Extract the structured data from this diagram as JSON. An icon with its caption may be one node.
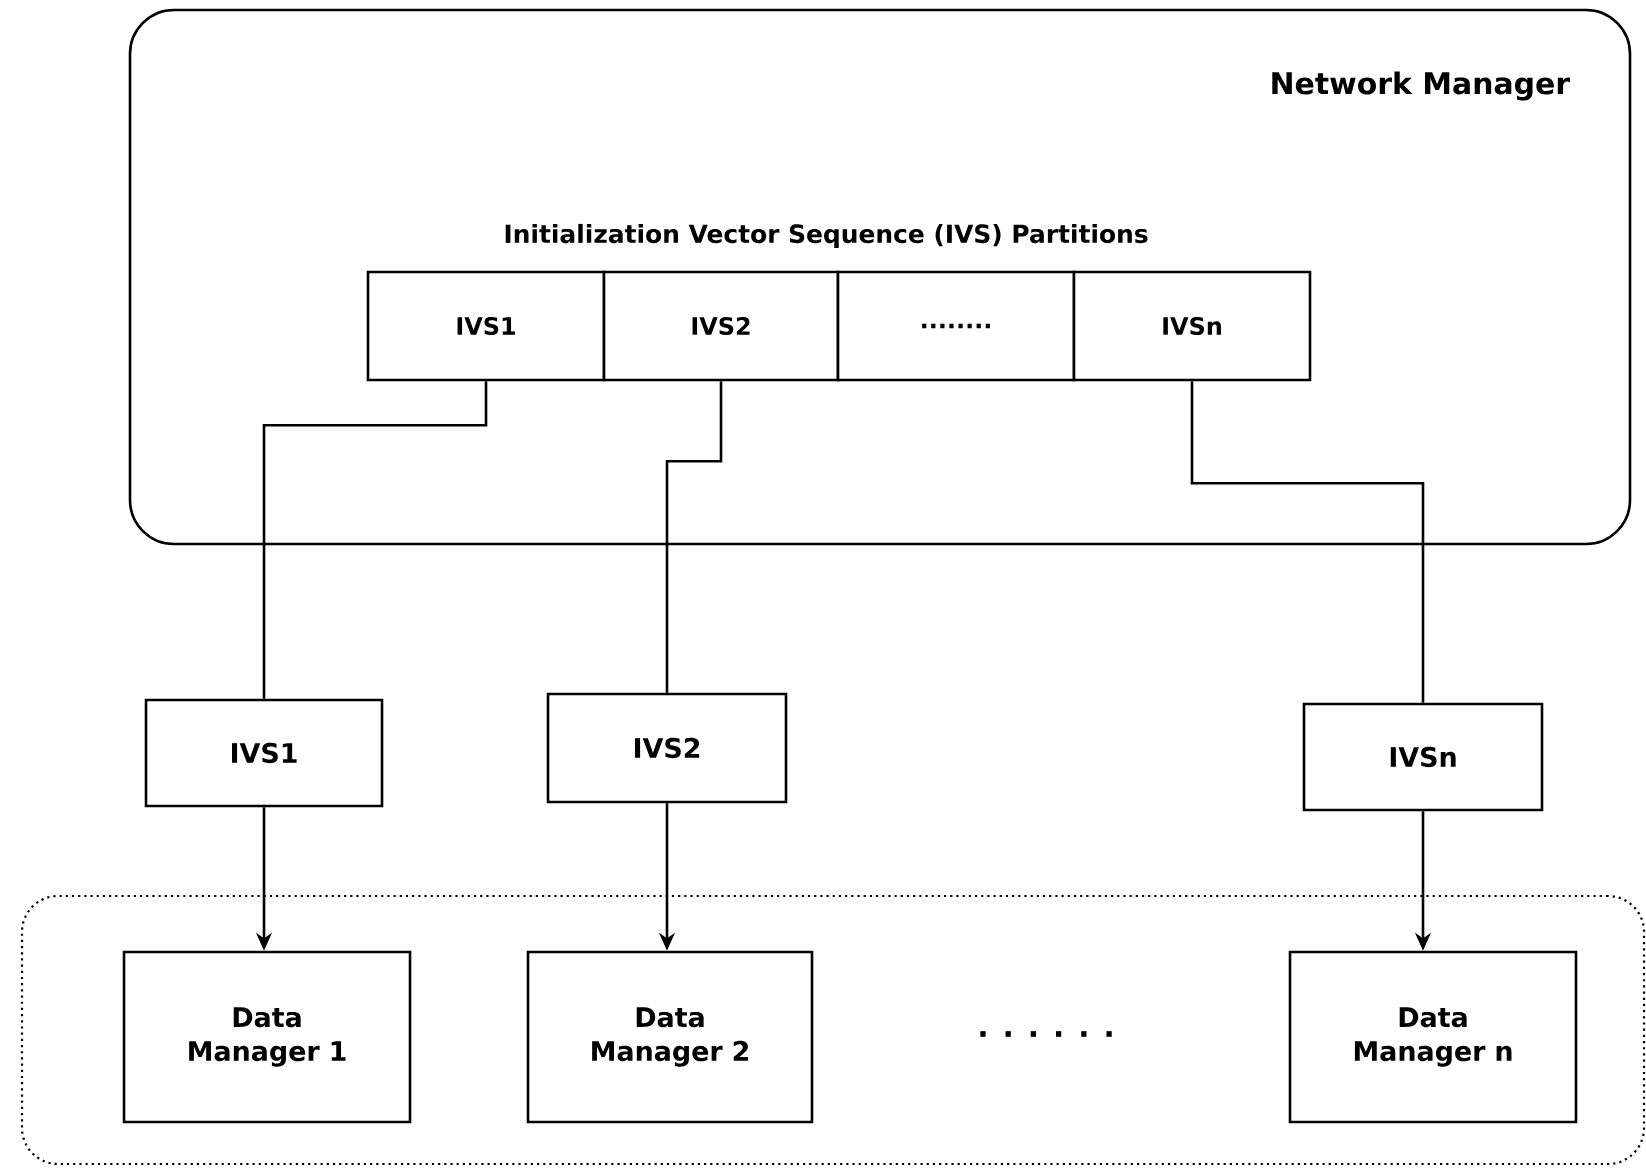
{
  "diagram": {
    "nodes": [
      {
        "text": [
          "Network Manager"
        ]
      },
      {
        "text": [
          "IVS1"
        ],
        "in": 0
      },
      {
        "text": [
          "IVS2"
        ],
        "in": 0
      },
      {
        "text": [
          "........"
        ],
        "in": 0
      },
      {
        "text": [
          "IVSn"
        ],
        "in": 0
      },
      {
        "text": [],
        "shape": "box"
      },
      {
        "text": [
          "IVS1"
        ]
      },
      {
        "text": [
          "IVS2"
        ]
      },
      {
        "text": [
          "IVSn"
        ]
      },
      {
        "text": [
          "Data Manager 1"
        ],
        "in": 5
      },
      {
        "text": [
          "Data Manager 2"
        ],
        "in": 5
      },
      {
        "text": [
          "Data Manager n"
        ],
        "in": 5
      }
    ],
    "edges": [
      {
        "from": 1,
        "to": 6,
        "arrow": "none"
      },
      {
        "from": 2,
        "to": 7,
        "arrow": "none"
      },
      {
        "from": 4,
        "to": 8,
        "arrow": "none"
      },
      {
        "from": 6,
        "to": 9,
        "arrow": "to"
      },
      {
        "from": 7,
        "to": 10,
        "arrow": "to"
      },
      {
        "from": 8,
        "to": 11,
        "arrow": "to"
      }
    ],
    "labels": [
      "Initialization Vector Sequence (IVS) Partitions",
      ". . . . . ."
    ]
  }
}
